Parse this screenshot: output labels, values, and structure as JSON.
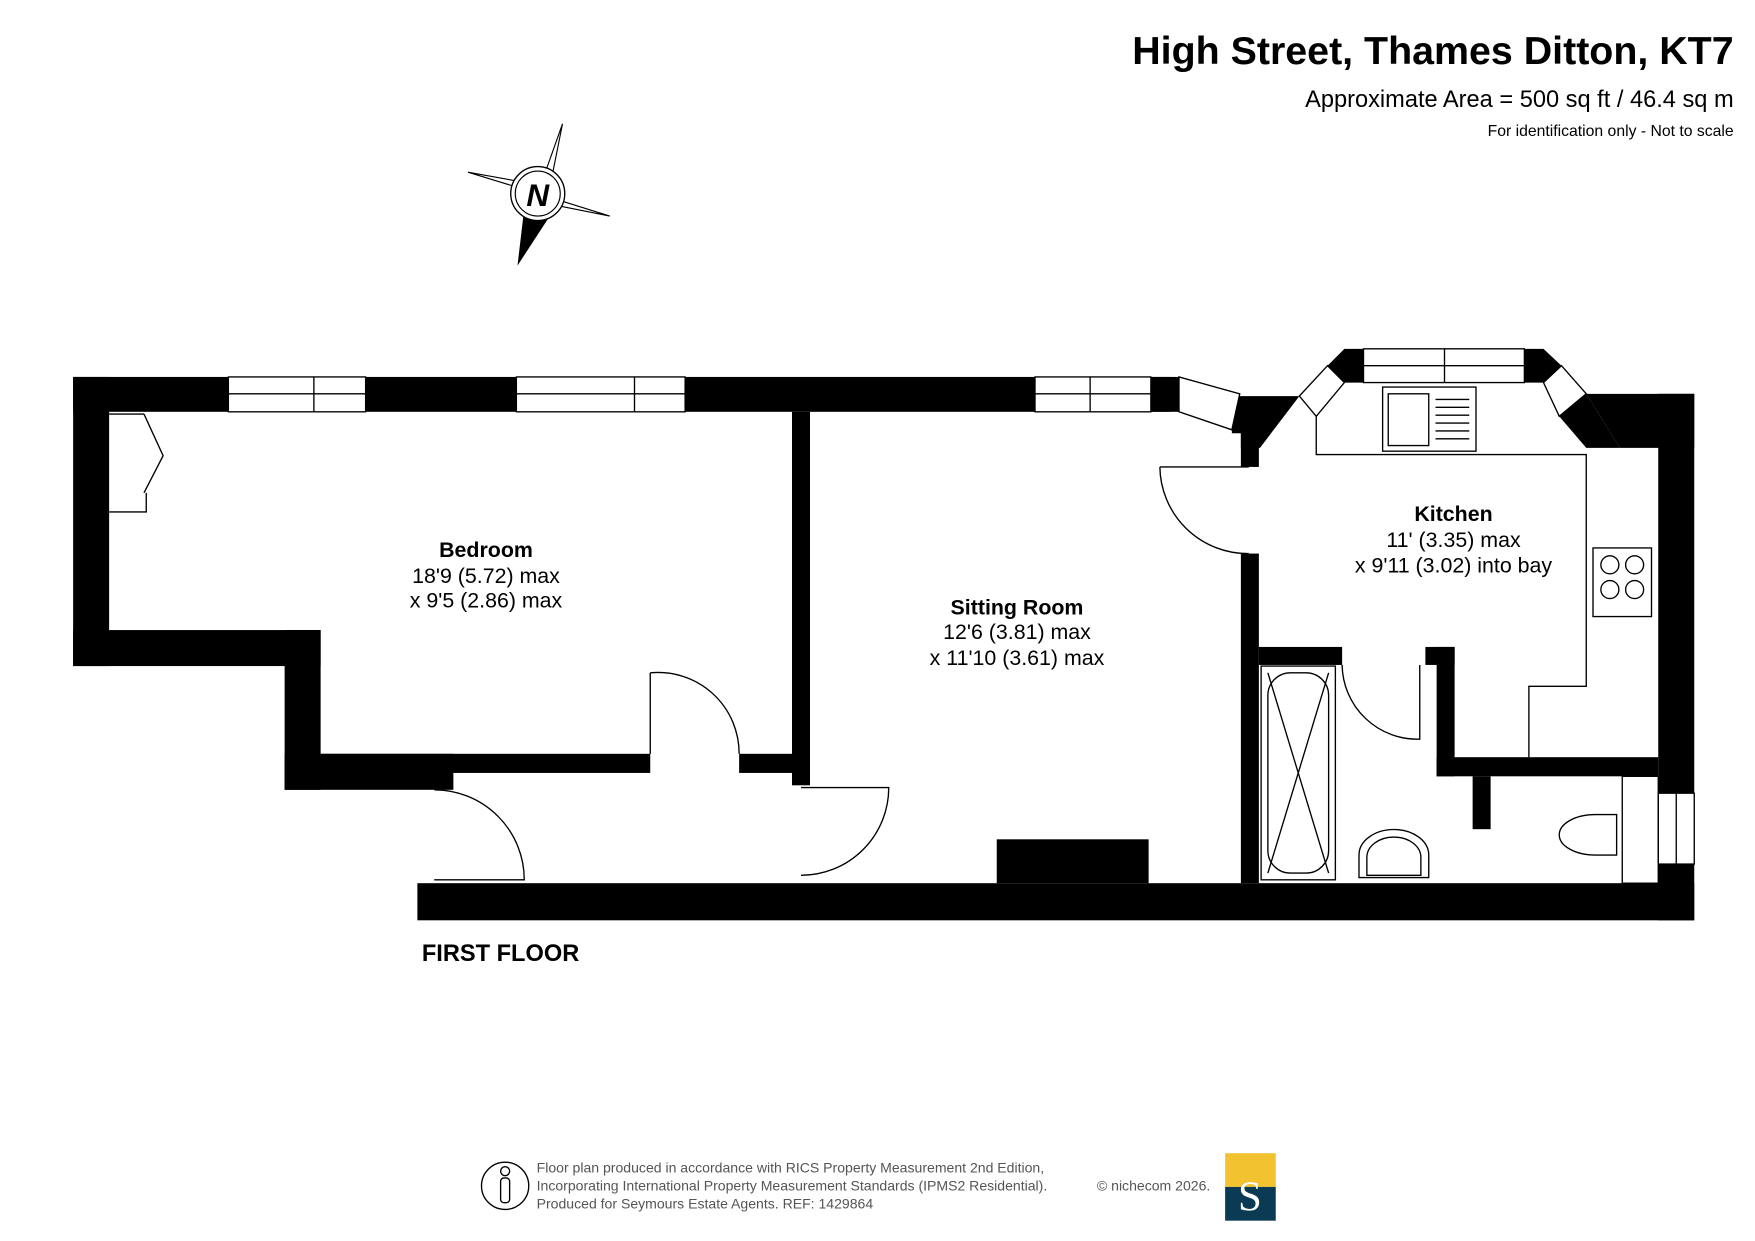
{
  "header": {
    "title": "High Street, Thames Ditton, KT7",
    "area": "Approximate Area = 500 sq ft / 46.4 sq m",
    "disclaimer": "For identification only - Not to scale"
  },
  "compass": {
    "label": "N"
  },
  "rooms": [
    {
      "name": "Bedroom",
      "dim1": "18'9 (5.72) max",
      "dim2": "x 9'5 (2.86) max"
    },
    {
      "name": "Sitting Room",
      "dim1": "12'6 (3.81) max",
      "dim2": "x 11'10 (3.61) max"
    },
    {
      "name": "Kitchen",
      "dim1": "11' (3.35) max",
      "dim2": "x 9'11 (3.02) into bay"
    }
  ],
  "floor_label": "FIRST FLOOR",
  "footer": {
    "line1": "Floor plan produced in accordance with RICS Property Measurement 2nd Edition,",
    "line2": "Incorporating International Property Measurement Standards (IPMS2 Residential).",
    "line3": "Produced for Seymours Estate Agents.   REF: 1429864",
    "copyright": "© nichecom 2026.",
    "logo_letter": "S"
  },
  "colors": {
    "logo_top": "#f2c230",
    "logo_bottom": "#0b3a55"
  }
}
